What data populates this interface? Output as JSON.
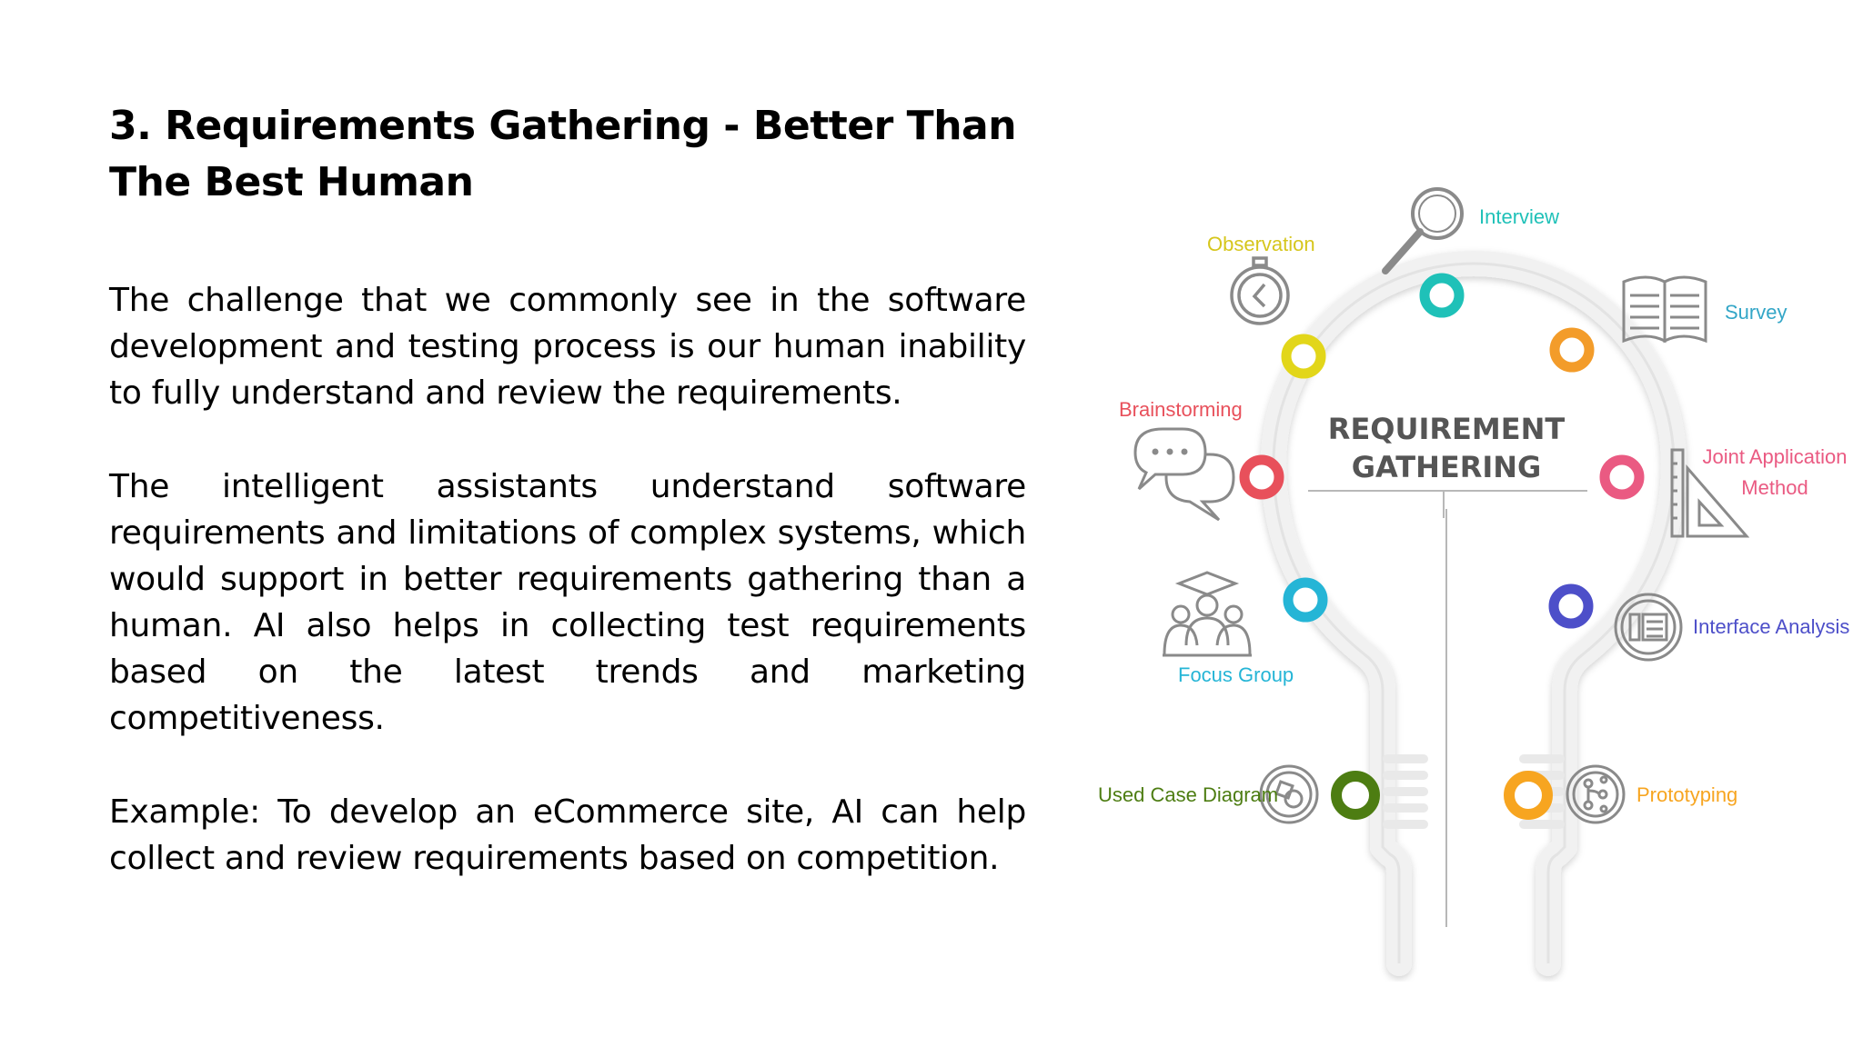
{
  "slide": {
    "title": "3. Requirements Gathering - Better Than The Best Human",
    "paragraphs": [
      "The challenge that we commonly see in the software development and testing process is our human inability to fully understand and review the requirements.",
      "The intelligent assistants understand software requirements and limitations of complex systems, which would support in better requirements gathering than a human. AI also helps in collecting test requirements based on the latest trends and marketing competitiveness.",
      "Example: To develop an eCommerce site, AI can help collect and review requirements based on competition."
    ]
  },
  "diagram": {
    "center_title_line1": "REQUIREMENT",
    "center_title_line2": "GATHERING",
    "labels": {
      "interview": "Interview",
      "observation": "Observation",
      "survey": "Survey",
      "brainstorming": "Brainstorming",
      "joint_application_line1": "Joint Application",
      "joint_application_line2": "Method",
      "focus_group": "Focus Group",
      "interface_analysis": "Interface Analysis",
      "use_case_diagram": "Used Case Diagram",
      "prototyping": "Prototyping"
    },
    "colors": {
      "interview": "#1fc1b8",
      "observation": "#e2d61a",
      "survey": "#f39c2a",
      "brainstorming": "#e8505b",
      "joint_application": "#ea5a82",
      "focus_group": "#25b5d6",
      "interface_analysis": "#4d4fc9",
      "use_case_diagram": "#4d7d12",
      "prototyping": "#f7a520",
      "center_text": "#555555",
      "icon_stroke": "#7a7a7a"
    }
  }
}
